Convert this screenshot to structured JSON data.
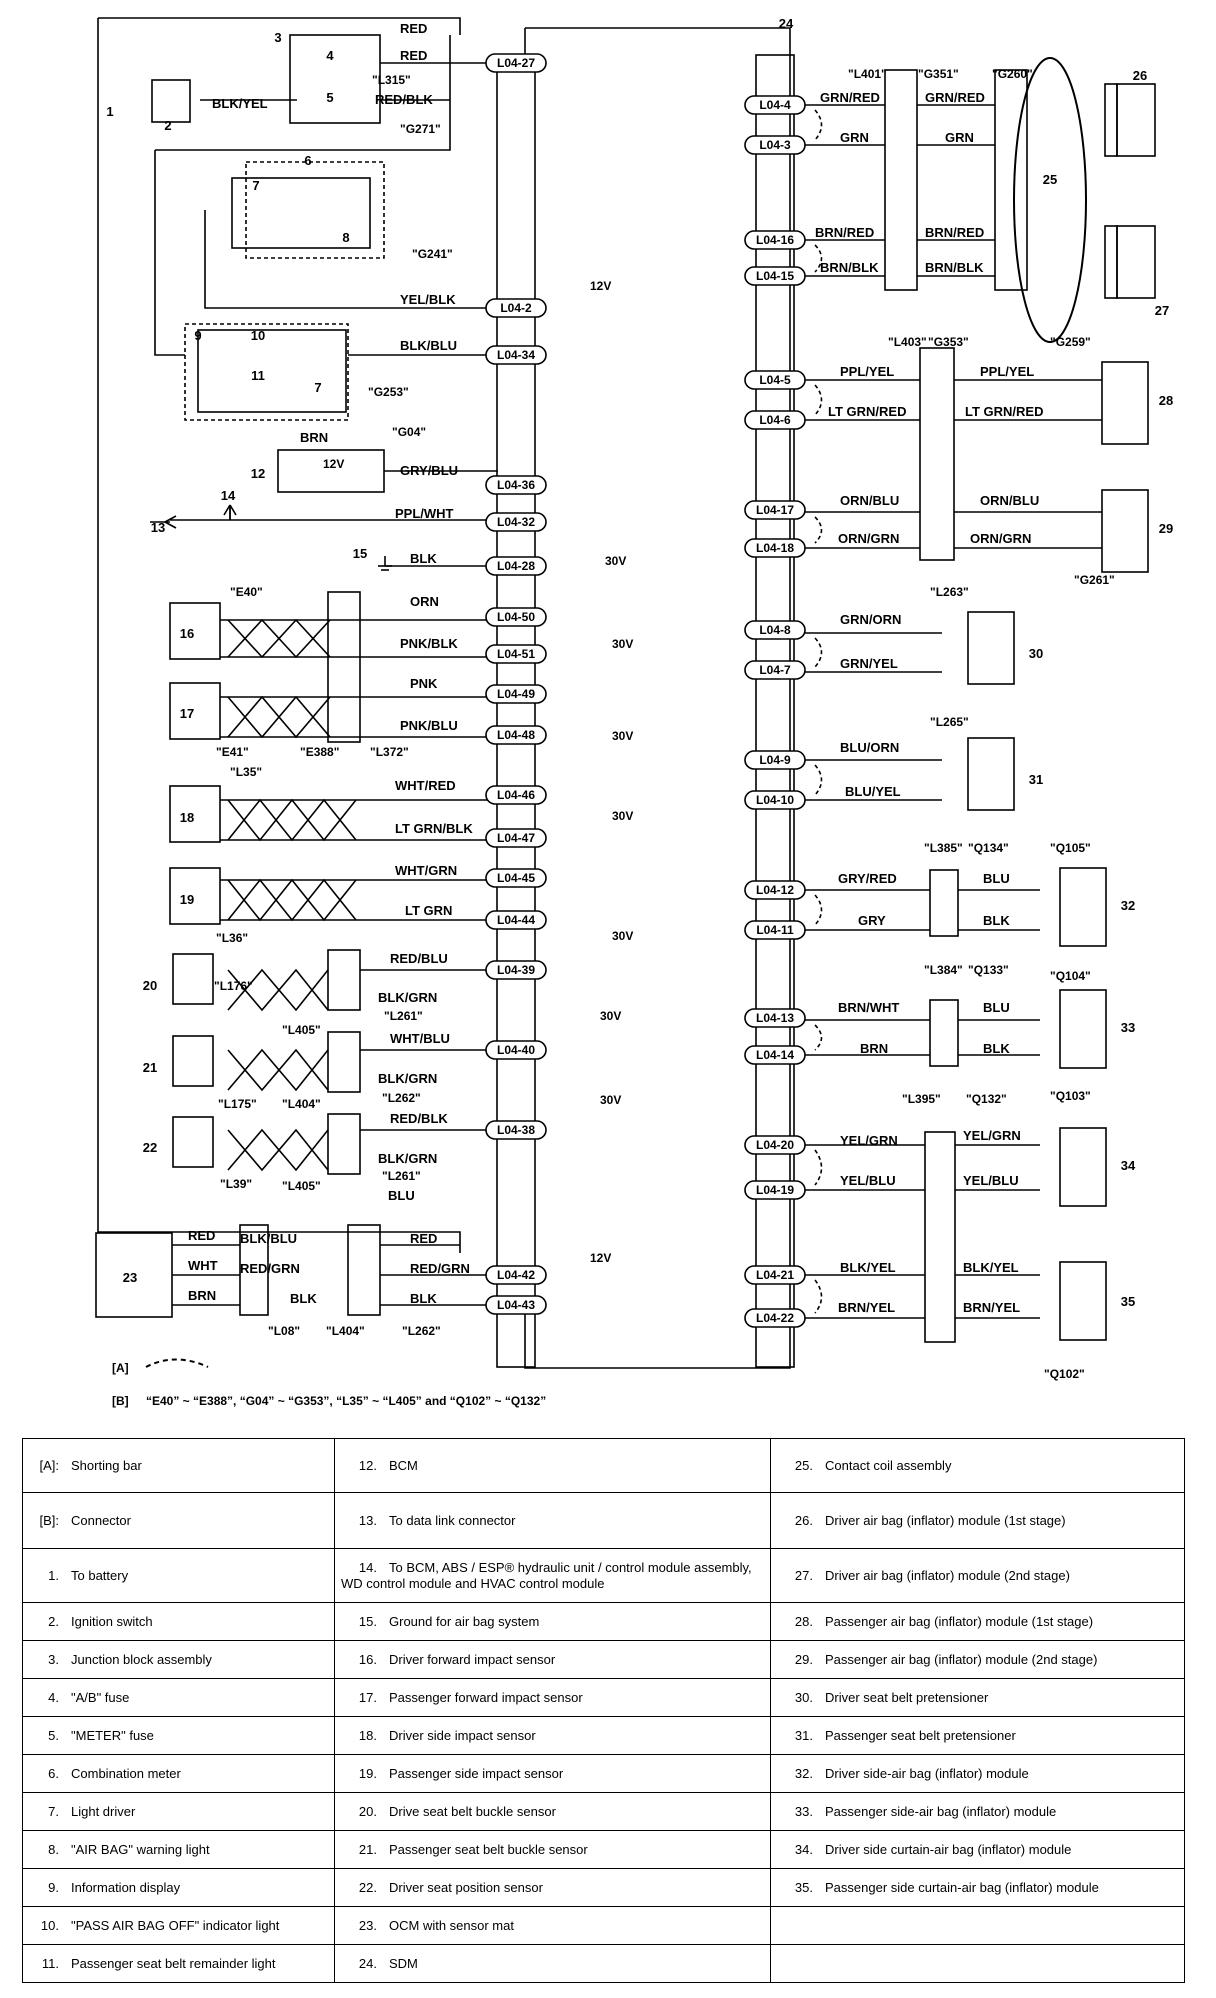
{
  "labels": {
    "nums": [
      "1",
      "2",
      "3",
      "4",
      "5",
      "6",
      "7",
      "8",
      "9",
      "10",
      "11",
      "7",
      "12",
      "13",
      "14",
      "15",
      "16",
      "17",
      "18",
      "19",
      "20",
      "21",
      "22",
      "23",
      "24",
      "25",
      "26",
      "27",
      "28",
      "29",
      "30",
      "31",
      "32",
      "33",
      "34",
      "35"
    ],
    "connectors_left": [
      "L04-27",
      "L04-2",
      "L04-34",
      "L04-36",
      "L04-32",
      "L04-28",
      "L04-50",
      "L04-51",
      "L04-49",
      "L04-48",
      "L04-46",
      "L04-47",
      "L04-45",
      "L04-44",
      "L04-39",
      "L04-40",
      "L04-38",
      "L04-42",
      "L04-43"
    ],
    "connectors_right": [
      "L04-4",
      "L04-3",
      "L04-16",
      "L04-15",
      "L04-5",
      "L04-6",
      "L04-17",
      "L04-18",
      "L04-8",
      "L04-7",
      "L04-9",
      "L04-10",
      "L04-12",
      "L04-11",
      "L04-13",
      "L04-14",
      "L04-20",
      "L04-19",
      "L04-21",
      "L04-22"
    ],
    "wires_left": [
      "RED",
      "RED",
      "BLK/YEL",
      "RED/BLK",
      "YEL/BLK",
      "BLK/BLU",
      "BRN",
      "GRY/BLU",
      "PPL/WHT",
      "BLK",
      "ORN",
      "PNK/BLK",
      "PNK",
      "PNK/BLU",
      "WHT/RED",
      "LT GRN/BLK",
      "WHT/GRN",
      "LT GRN",
      "RED/BLU",
      "BLK/GRN",
      "WHT/BLU",
      "BLK/GRN",
      "RED/BLK",
      "BLK/GRN",
      "BLU",
      "RED",
      "WHT",
      "BRN",
      "BLK/BLU",
      "RED/GRN",
      "BLK",
      "RED",
      "RED/GRN",
      "BLK"
    ],
    "wires_right": [
      "GRN/RED",
      "GRN",
      "BRN/RED",
      "BRN/BLK",
      "GRN/RED",
      "GRN",
      "BRN/RED",
      "BRN/BLK",
      "PPL/YEL",
      "LT GRN/RED",
      "PPL/YEL",
      "LT GRN/RED",
      "ORN/BLU",
      "ORN/GRN",
      "ORN/BLU",
      "ORN/GRN",
      "GRN/ORN",
      "GRN/YEL",
      "BLU/ORN",
      "BLU/YEL",
      "GRY/RED",
      "GRY",
      "BLU",
      "BLK",
      "BRN/WHT",
      "BRN",
      "BLU",
      "BLK",
      "YEL/GRN",
      "YEL/BLU",
      "YEL/GRN",
      "YEL/BLU",
      "BLK/YEL",
      "BRN/YEL",
      "BLK/YEL",
      "BRN/YEL"
    ],
    "refs": [
      "\"L315\"",
      "\"G271\"",
      "\"G241\"",
      "\"G253\"",
      "\"G04\"",
      "\"E40\"",
      "\"E41\"",
      "\"E388\"",
      "\"L372\"",
      "\"L35\"",
      "\"L36\"",
      "\"L176\"",
      "\"L405\"",
      "\"L261\"",
      "\"L175\"",
      "\"L404\"",
      "\"L262\"",
      "\"L39\"",
      "\"L405\"",
      "\"L261\"",
      "\"L08\"",
      "\"L404\"",
      "\"L262\"",
      "\"L401\"",
      "\"G351\"",
      "\"G260\"",
      "\"L403\"",
      "\"G353\"",
      "\"G259\"",
      "\"G261\"",
      "\"L263\"",
      "\"L265\"",
      "\"L385\"",
      "\"Q134\"",
      "\"Q105\"",
      "\"L384\"",
      "\"Q133\"",
      "\"Q104\"",
      "\"L395\"",
      "\"Q132\"",
      "\"Q103\"",
      "\"Q102\""
    ],
    "volts": [
      "12V",
      "12V",
      "30V",
      "30V",
      "30V",
      "30V",
      "30V",
      "30V",
      "30V",
      "12V"
    ],
    "note_a": "[A]",
    "note_b": "[B]",
    "note_b_text": "“E40” ~ “E388”, “G04” ~ “G353”, “L35” ~ “L405” and “Q102” ~ “Q132”"
  },
  "legend": [
    [
      {
        "n": "[A]:",
        "t": "Shorting bar"
      },
      {
        "n": "12.",
        "t": "BCM"
      },
      {
        "n": "25.",
        "t": "Contact coil assembly"
      }
    ],
    [
      {
        "n": "[B]:",
        "t": "Connector"
      },
      {
        "n": "13.",
        "t": "To data link connector"
      },
      {
        "n": "26.",
        "t": "Driver air bag (inflator) module (1st stage)"
      }
    ],
    [
      {
        "n": "1.",
        "t": "To battery"
      },
      {
        "n": "14.",
        "t": "To BCM, ABS / ESP® hydraulic unit / control module assembly, WD control module and HVAC control module"
      },
      {
        "n": "27.",
        "t": "Driver air bag (inflator) module (2nd stage)"
      }
    ],
    [
      {
        "n": "2.",
        "t": "Ignition switch"
      },
      {
        "n": "15.",
        "t": "Ground for air bag system"
      },
      {
        "n": "28.",
        "t": "Passenger air bag (inflator) module (1st stage)"
      }
    ],
    [
      {
        "n": "3.",
        "t": "Junction block assembly"
      },
      {
        "n": "16.",
        "t": "Driver forward impact sensor"
      },
      {
        "n": "29.",
        "t": "Passenger air bag (inflator) module (2nd stage)"
      }
    ],
    [
      {
        "n": "4.",
        "t": "\"A/B\" fuse"
      },
      {
        "n": "17.",
        "t": "Passenger forward impact sensor"
      },
      {
        "n": "30.",
        "t": "Driver seat belt pretensioner"
      }
    ],
    [
      {
        "n": "5.",
        "t": "\"METER\" fuse"
      },
      {
        "n": "18.",
        "t": "Driver side impact sensor"
      },
      {
        "n": "31.",
        "t": "Passenger seat belt pretensioner"
      }
    ],
    [
      {
        "n": "6.",
        "t": "Combination meter"
      },
      {
        "n": "19.",
        "t": "Passenger side impact sensor"
      },
      {
        "n": "32.",
        "t": "Driver side-air bag (inflator) module"
      }
    ],
    [
      {
        "n": "7.",
        "t": "Light driver"
      },
      {
        "n": "20.",
        "t": "Drive seat belt buckle sensor"
      },
      {
        "n": "33.",
        "t": "Passenger side-air bag (inflator) module"
      }
    ],
    [
      {
        "n": "8.",
        "t": "\"AIR BAG\" warning light"
      },
      {
        "n": "21.",
        "t": "Passenger seat belt buckle sensor"
      },
      {
        "n": "34.",
        "t": "Driver side curtain-air bag (inflator) module"
      }
    ],
    [
      {
        "n": "9.",
        "t": "Information display"
      },
      {
        "n": "22.",
        "t": "Driver seat position sensor"
      },
      {
        "n": "35.",
        "t": "Passenger side curtain-air bag (inflator) module"
      }
    ],
    [
      {
        "n": "10.",
        "t": "\"PASS AIR BAG OFF\" indicator light"
      },
      {
        "n": "23.",
        "t": "OCM with sensor mat"
      },
      {
        "n": "",
        "t": ""
      }
    ],
    [
      {
        "n": "11.",
        "t": "Passenger seat belt remainder light"
      },
      {
        "n": "24.",
        "t": "SDM"
      },
      {
        "n": "",
        "t": ""
      }
    ]
  ]
}
